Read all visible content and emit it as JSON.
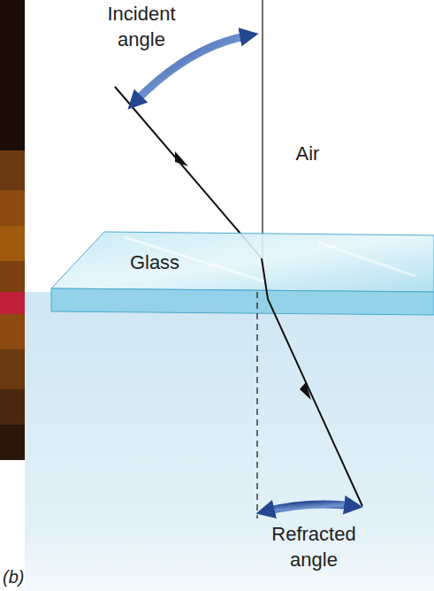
{
  "diagram": {
    "labels": [
      "Incident angle",
      "Air",
      "Glass",
      "Refracted angle",
      "(b)"
    ]
  }
}
